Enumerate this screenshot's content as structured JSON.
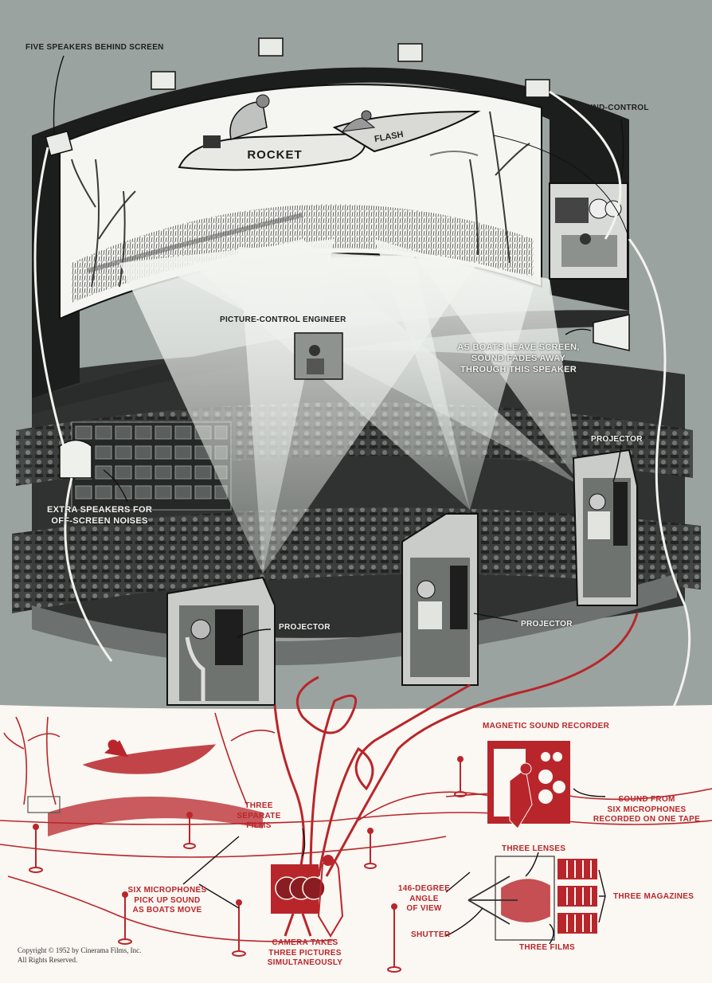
{
  "boat": {
    "hull_left": "ROCKET",
    "hull_right": "FLASH"
  },
  "labels": {
    "five_speakers": "FIVE SPEAKERS BEHIND SCREEN",
    "sound_control": "SOUND-CONTROL",
    "picture_control": "PICTURE-CONTROL ENGINEER",
    "boats_leave": "AS BOATS LEAVE SCREEN,\nSOUND FADES AWAY\nTHROUGH THIS SPEAKER",
    "projector_right": "PROJECTOR",
    "extra_speakers": "EXTRA SPEAKERS FOR\nOFF-SCREEN NOISES",
    "projector_left": "PROJECTOR",
    "projector_middle": "PROJECTOR",
    "magnetic_recorder": "MAGNETIC SOUND RECORDER",
    "three_films_top": "THREE\nSEPARATE\nFILMS",
    "sound_from": "SOUND FROM\nSIX MICROPHONES\nRECORDED ON ONE TAPE",
    "three_lenses": "THREE LENSES",
    "angle_of_view": "146-DEGREE\nANGLE\nOF VIEW",
    "three_magazines": "THREE MAGAZINES",
    "six_microphones": "SIX MICROPHONES\nPICK UP SOUND\nAS BOATS MOVE",
    "shutter": "SHUTTER",
    "three_films_bottom": "THREE FILMS",
    "camera_takes": "CAMERA TAKES\nTHREE PICTURES\nSIMULTANEOUSLY"
  },
  "copyright": "Copyright © 1952 by Cinerama Films, Inc.\nAll Rights Reserved.",
  "colors": {
    "background_top": "#9aa3a0",
    "ink": "#1e1e1e",
    "red_ink": "#b8262b",
    "paper": "#fbf7f2"
  }
}
